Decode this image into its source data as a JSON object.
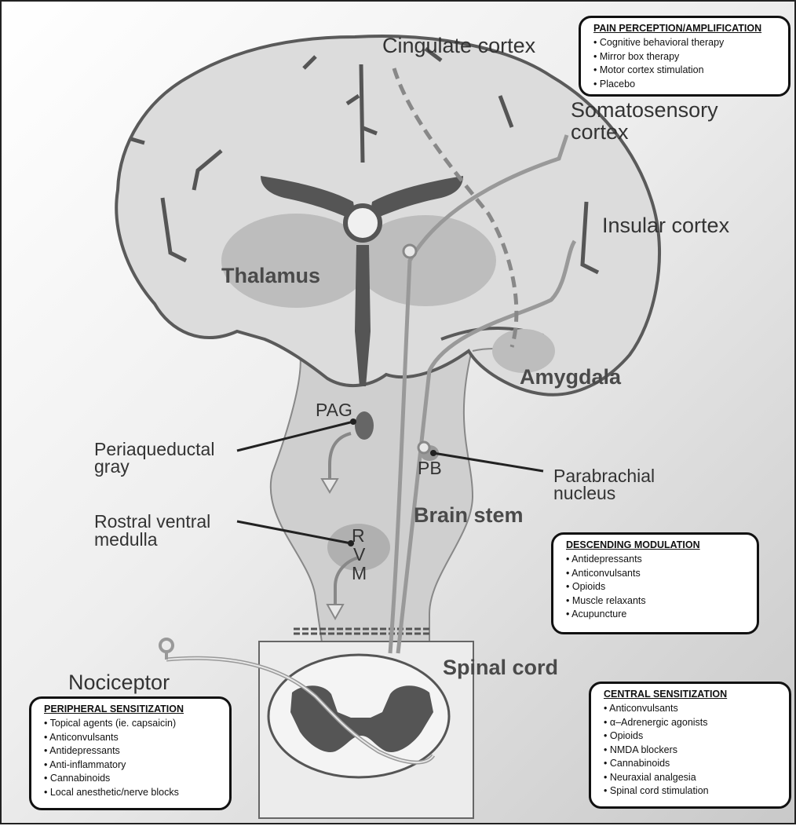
{
  "labels": {
    "cingulate": "Cingulate cortex",
    "somatosensory_1": "Somatosensory",
    "somatosensory_2": "cortex",
    "insular": "Insular cortex",
    "thalamus": "Thalamus",
    "amygdala": "Amygdala",
    "pag": "PAG",
    "periaqueductal_1": "Periaqueductal",
    "periaqueductal_2": "gray",
    "pb": "PB",
    "parabrachial_1": "Parabrachial",
    "parabrachial_2": "nucleus",
    "brain_stem": "Brain stem",
    "rostral_1": "Rostral ventral",
    "rostral_2": "medulla",
    "rvm_r": "R",
    "rvm_v": "V",
    "rvm_m": "M",
    "spinal_cord": "Spinal cord",
    "nociceptor": "Nociceptor"
  },
  "boxes": {
    "pain_perception": {
      "title": "PAIN PERCEPTION/AMPLIFICATION",
      "items": [
        "Cognitive behavioral therapy",
        "Mirror box therapy",
        "Motor cortex stimulation",
        "Placebo"
      ]
    },
    "descending_modulation": {
      "title": "DESCENDING MODULATION",
      "items": [
        "Antidepressants",
        "Anticonvulsants",
        "Opioids",
        "Muscle relaxants",
        "Acupuncture"
      ]
    },
    "peripheral_sensitization": {
      "title": "PERIPHERAL SENSITIZATION",
      "items": [
        "Topical agents (ie. capsaicin)",
        "Anticonvulsants",
        "Antidepressants",
        "Anti-inflammatory",
        "Cannabinoids",
        "Local anesthetic/nerve blocks"
      ]
    },
    "central_sensitization": {
      "title": "CENTRAL SENSITIZATION",
      "items": [
        "Anticonvulsants",
        "α–Adrenergic agonists",
        "Opioids",
        "NMDA blockers",
        "Cannabinoids",
        "Neuraxial analgesia",
        "Spinal cord stimulation"
      ]
    }
  }
}
